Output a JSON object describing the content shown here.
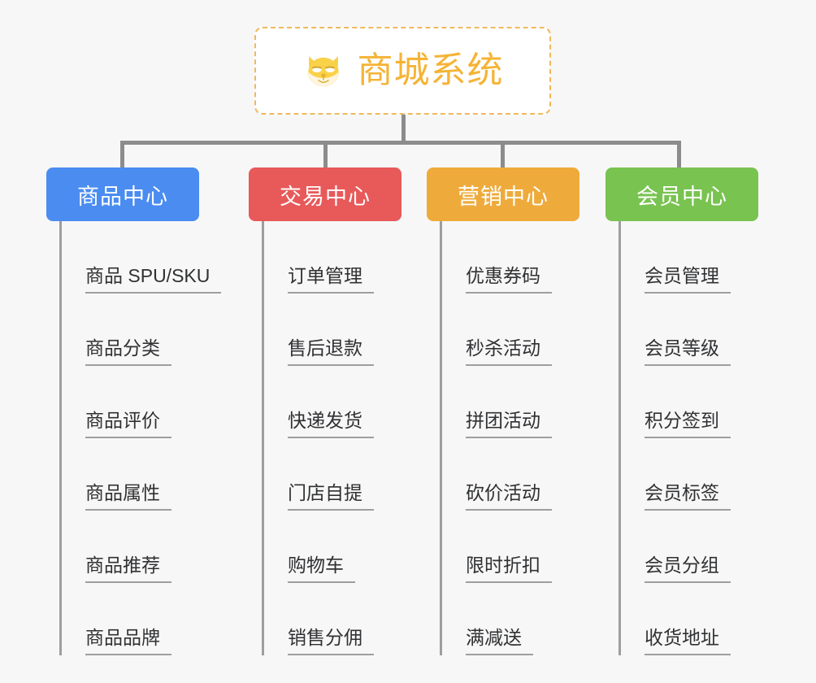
{
  "root": {
    "title": "商城系统",
    "icon": "shiba-dog-icon",
    "border_color": "#f0b95b",
    "text_color": "#f5b335"
  },
  "canvas": {
    "background": "#f7f7f7",
    "connector_color": "#8c8c8c"
  },
  "columns": [
    {
      "header": "商品中心",
      "color": "#4a8cf0",
      "color_class": "blue",
      "items": [
        "商品 SPU/SKU",
        "商品分类",
        "商品评价",
        "商品属性",
        "商品推荐",
        "商品品牌"
      ]
    },
    {
      "header": "交易中心",
      "color": "#e8595a",
      "color_class": "red",
      "items": [
        "订单管理",
        "售后退款",
        "快递发货",
        "门店自提",
        "购物车",
        "销售分佣"
      ]
    },
    {
      "header": "营销中心",
      "color": "#eeab3c",
      "color_class": "orange",
      "items": [
        "优惠券码",
        "秒杀活动",
        "拼团活动",
        "砍价活动",
        "限时折扣",
        "满减送"
      ]
    },
    {
      "header": "会员中心",
      "color": "#79c351",
      "color_class": "green",
      "items": [
        "会员管理",
        "会员等级",
        "积分签到",
        "会员标签",
        "会员分组",
        "收货地址"
      ]
    }
  ]
}
